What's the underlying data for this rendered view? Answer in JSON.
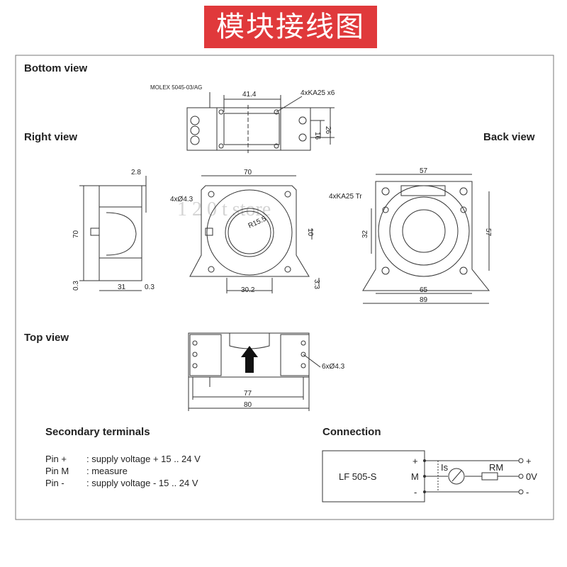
{
  "banner": {
    "title": "模块接线图",
    "color": "#e0393b"
  },
  "views": {
    "bottom": "Bottom view",
    "right": "Right view",
    "back": "Back view",
    "top": "Top view"
  },
  "bottom_view": {
    "connector": "MOLEX 5045-03/AG",
    "width": "41.4",
    "screws": "4xKA25 x6",
    "dim_16": "16",
    "dim_26": "26"
  },
  "right_view": {
    "dim_height": "70",
    "dim_top": "2.8",
    "dim_31": "31",
    "dim_03a": "0.3",
    "dim_03b": "0.3"
  },
  "front_view": {
    "holes": "4xØ4.3",
    "width": "70",
    "radius": "R15.5",
    "dim_10": "10",
    "base": "30.2",
    "dim_33": "3.3"
  },
  "back_view": {
    "top": "57",
    "screws": "4xKA25 Tr",
    "dim_32": "32",
    "height": "57",
    "dim_65": "65",
    "dim_89": "89"
  },
  "top_view": {
    "holes": "6xØ4.3",
    "dim_77": "77",
    "dim_80": "80"
  },
  "secondary_terminals": {
    "title": "Secondary terminals",
    "rows": [
      {
        "pin": "Pin  +",
        "desc": ": supply  voltage  + 15 .. 24 V"
      },
      {
        "pin": "Pin  M",
        "desc": ": measure"
      },
      {
        "pin": "Pin  -",
        "desc": ": supply  voltage  - 15 .. 24 V"
      }
    ]
  },
  "connection": {
    "title": "Connection",
    "model": "LF 505-S",
    "pin_plus": "+",
    "pin_m": "M",
    "pin_minus": "-",
    "is": "Is",
    "rm": "RM",
    "out_plus": "+",
    "out_0v": "0V",
    "out_minus": "-"
  },
  "watermark": "1 2 0 t  store"
}
